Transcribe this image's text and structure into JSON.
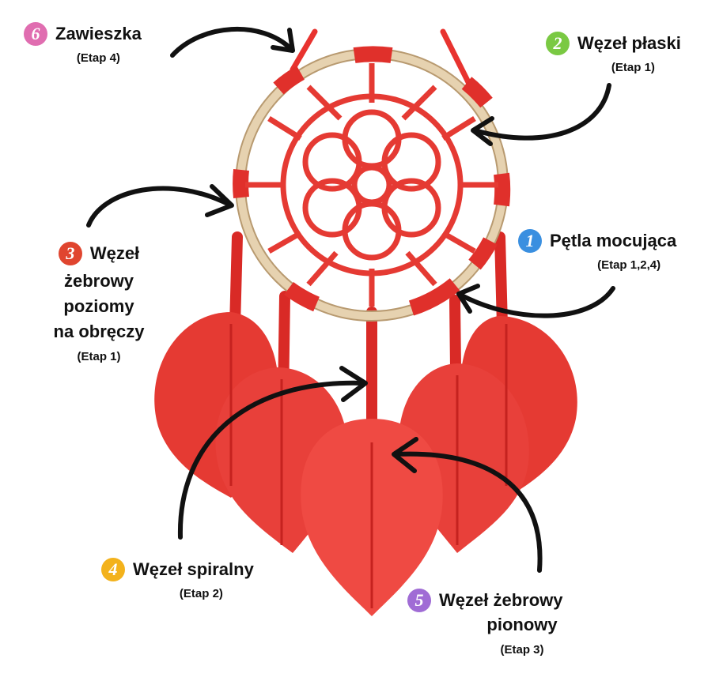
{
  "colors": {
    "cord": "#e8332f",
    "cord_dark": "#c5221f",
    "ring": "#e6d2b0",
    "ring_edge": "#b89a70",
    "arrow": "#111111"
  },
  "annotations": [
    {
      "number": "6",
      "title": "Zawieszka",
      "stage": "(Etap 4)",
      "color": "#e06db0"
    },
    {
      "number": "2",
      "title": "Węzeł płaski",
      "stage": "(Etap 1)",
      "color": "#7ac943"
    },
    {
      "number": "1",
      "title": "Pętla mocująca",
      "stage": "(Etap 1,2,4)",
      "color": "#3a8fe0"
    },
    {
      "number": "3",
      "title_lines": [
        "Węzeł",
        "żebrowy",
        "poziomy",
        "na obręczy"
      ],
      "stage": "(Etap 1)",
      "color": "#e0452f"
    },
    {
      "number": "4",
      "title": "Węzeł spiralny",
      "stage": "(Etap 2)",
      "color": "#f3b21c"
    },
    {
      "number": "5",
      "title_lines": [
        "Węzeł żebrowy",
        "pionowy"
      ],
      "stage": "(Etap 3)",
      "color": "#a06cd5"
    }
  ]
}
